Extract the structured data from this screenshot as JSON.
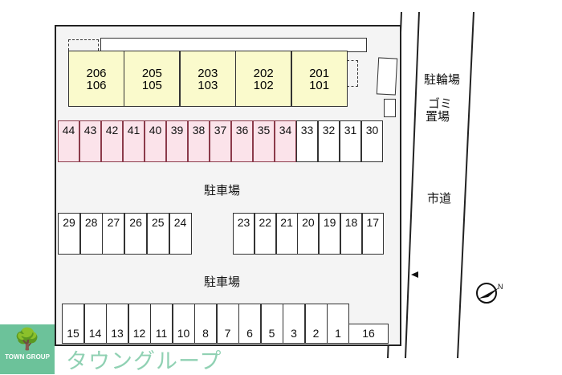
{
  "units": [
    {
      "upper": "206",
      "lower": "106"
    },
    {
      "upper": "205",
      "lower": "105"
    },
    {
      "upper": "203",
      "lower": "103"
    },
    {
      "upper": "202",
      "lower": "102"
    },
    {
      "upper": "201",
      "lower": "101"
    }
  ],
  "top_row": {
    "reserved": [
      "44",
      "43",
      "42",
      "41",
      "40",
      "39",
      "38",
      "37",
      "36",
      "35",
      "34"
    ],
    "open": [
      "33",
      "32",
      "31",
      "30"
    ]
  },
  "middle_left": [
    "29",
    "28",
    "27",
    "26",
    "25",
    "24"
  ],
  "middle_right": [
    "23",
    "22",
    "21",
    "20",
    "19",
    "18",
    "17"
  ],
  "bottom_row": [
    "15",
    "14",
    "13",
    "12",
    "11",
    "10",
    "8",
    "7",
    "6",
    "5",
    "3",
    "2",
    "1"
  ],
  "bottom_extra": "16",
  "labels": {
    "bike_parking": "駐輪場",
    "garbage_1": "ゴミ",
    "garbage_2": "置場",
    "parking_1": "駐車場",
    "parking_2": "駐車場",
    "road": "市道"
  },
  "logo": {
    "company_en": "TOWN GROUP",
    "company_jp": "タウングループ"
  },
  "colors": {
    "reserved": "#fbe3ea",
    "unit": "#fafacc",
    "logo": "#6cc29a"
  }
}
